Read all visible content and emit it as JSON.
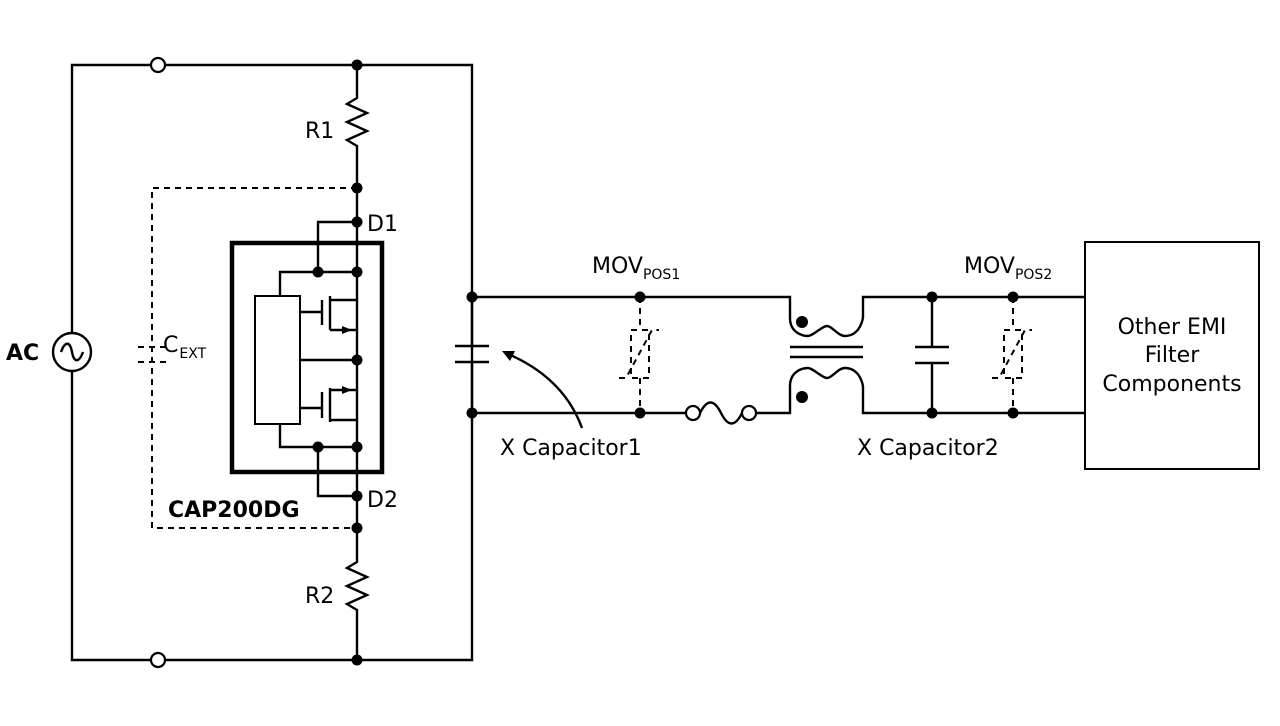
{
  "labels": {
    "ac": "AC",
    "r1": "R1",
    "r2": "R2",
    "d1": "D1",
    "d2": "D2",
    "cext_main": "C",
    "cext_sub": "EXT",
    "ic_name": "CAP200DG",
    "mov1_main": "MOV",
    "mov1_sub": "POS1",
    "mov2_main": "MOV",
    "mov2_sub": "POS2",
    "xcap1": "X Capacitor1",
    "xcap2": "X Capacitor2",
    "emi_line1": "Other EMI",
    "emi_line2": "Filter",
    "emi_line3": "Components"
  }
}
